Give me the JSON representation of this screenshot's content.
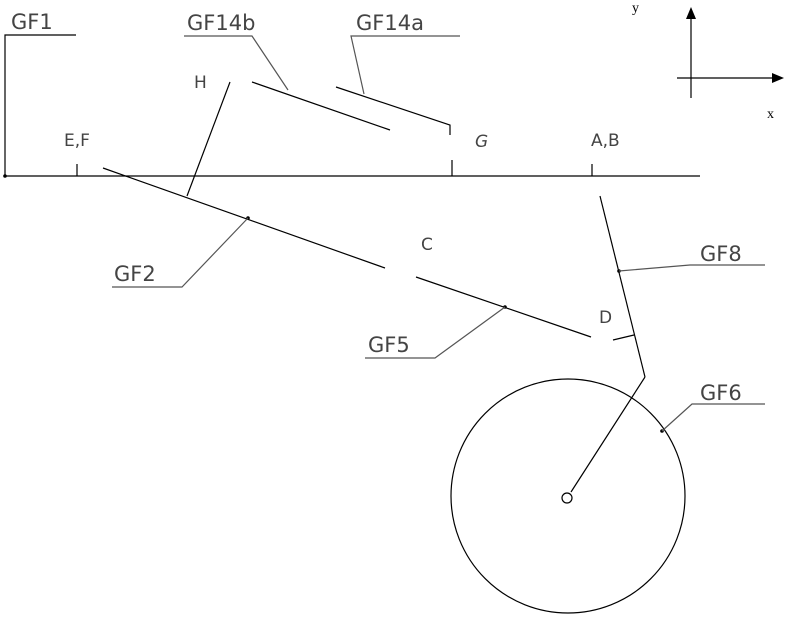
{
  "labels": {
    "gf1": "GF1",
    "gf14b": "GF14b",
    "gf14a": "GF14a",
    "gf2": "GF2",
    "gf5": "GF5",
    "gf8": "GF8",
    "gf6": "GF6",
    "h": "H",
    "ef": "E,F",
    "g": "G",
    "ab": "A,B",
    "c": "C",
    "d": "D"
  },
  "axes": {
    "x": "x",
    "y": "y"
  }
}
